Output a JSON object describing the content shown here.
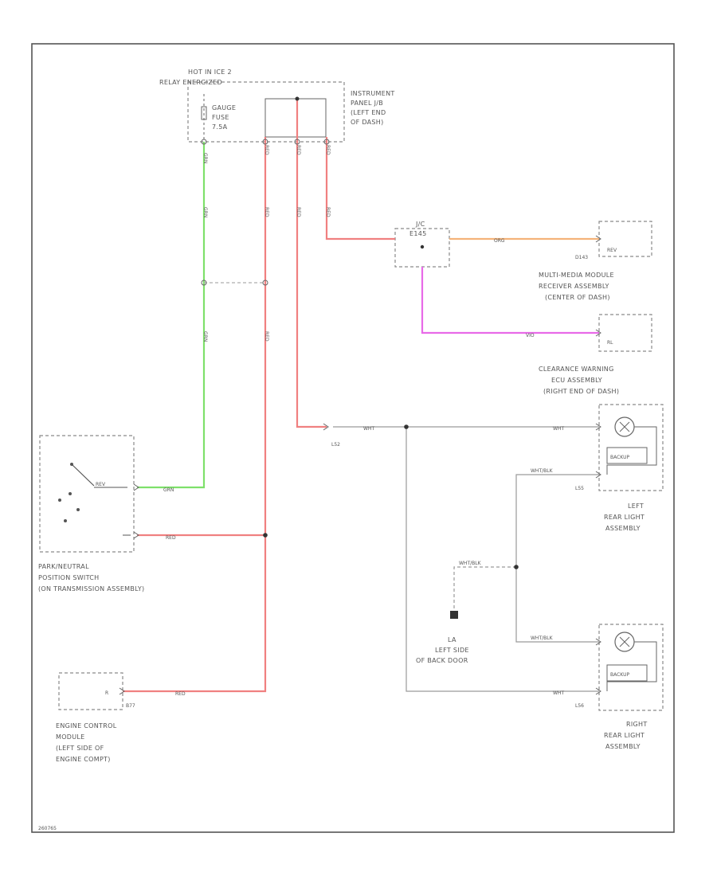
{
  "labels": {
    "hot_header_1": "HOT IN ICE 2",
    "hot_header_2": "RELAY ENERGIZED",
    "fuse_1": "GAUGE",
    "fuse_2": "FUSE",
    "fuse_3": "7.5A",
    "ipjb_1": "INSTRUMENT",
    "ipjb_2": "PANEL J/B",
    "ipjb_3": "(LEFT END",
    "ipjb_4": "OF DASH)",
    "jc": "J/C",
    "jc_id": "E145",
    "multimedia_conn": "D143",
    "multimedia_pin": "REV",
    "multimedia_1": "MULTI-MEDIA MODULE",
    "multimedia_2": "RECEIVER ASSEMBLY",
    "multimedia_3": "(CENTER OF DASH)",
    "clearance_pin": "RL",
    "clearance_1": "CLEARANCE WARNING",
    "clearance_2": "ECU ASSEMBLY",
    "clearance_3": "(RIGHT END OF DASH)",
    "conn_l52": "L52",
    "left_lamp_pin": "BACKUP",
    "left_lamp_conn": "L55",
    "left_rear_1": "LEFT",
    "left_rear_2": "REAR LIGHT",
    "left_rear_3": "ASSEMBLY",
    "right_lamp_pin": "BACKUP",
    "right_lamp_conn": "L56",
    "right_rear_1": "RIGHT",
    "right_rear_2": "REAR LIGHT",
    "right_rear_3": "ASSEMBLY",
    "ground_id": "LA",
    "ground_1": "LEFT SIDE",
    "ground_2": "OF BACK DOOR",
    "pnp_rev": "REV",
    "pnp_1": "PARK/NEUTRAL",
    "pnp_2": "POSITION SWITCH",
    "pnp_3": "(ON TRANSMISSION ASSEMBLY)",
    "ecm_pin": "R",
    "ecm_conn": "B77",
    "ecm_1": "ENGINE CONTROL",
    "ecm_2": "MODULE",
    "ecm_3": "(LEFT SIDE OF",
    "ecm_4": "ENGINE COMPT)",
    "diagram_id": "260765"
  },
  "wires": {
    "grn": "GRN",
    "red": "RED",
    "org": "ORG",
    "vio": "VIO",
    "wht": "WHT",
    "wht_blk": "WHT/BLK"
  },
  "colors": {
    "green_wire": "#7ee06a",
    "red_wire": "#f08080",
    "orange_wire": "#f4b37a",
    "violet_wire": "#e86ae8",
    "gray_wire": "#a0a0a0"
  }
}
